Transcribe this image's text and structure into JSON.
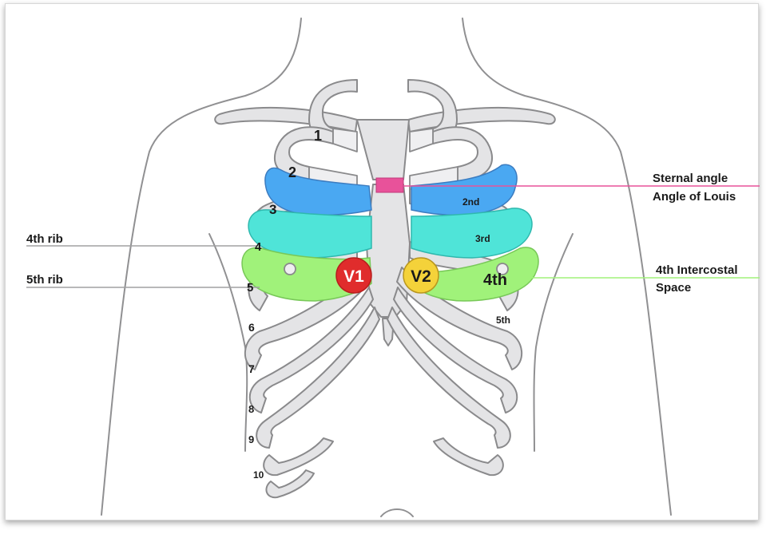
{
  "colors": {
    "rib2": "#4aa8f2",
    "rib3": "#4fe4d8",
    "rib4": "#a0f27a",
    "sternal_angle": "#e8529a",
    "v1": "#e02c2c",
    "v2": "#f4d23a"
  },
  "rib_numbers_right": [
    "1",
    "2",
    "3",
    "4",
    "5",
    "6",
    "7",
    "8",
    "9",
    "10"
  ],
  "intercostal_labels_left": [
    "2nd",
    "3rd",
    "4th",
    "5th"
  ],
  "electrodes": {
    "v1": "V1",
    "v2": "V2"
  },
  "annotations": {
    "sternal_angle_line1": "Sternal angle",
    "sternal_angle_line2": "Angle of Louis",
    "fourth_rib": "4th rib",
    "fifth_rib": "5th rib",
    "intercostal_line1": "4th Intercostal",
    "intercostal_line2": "Space"
  }
}
